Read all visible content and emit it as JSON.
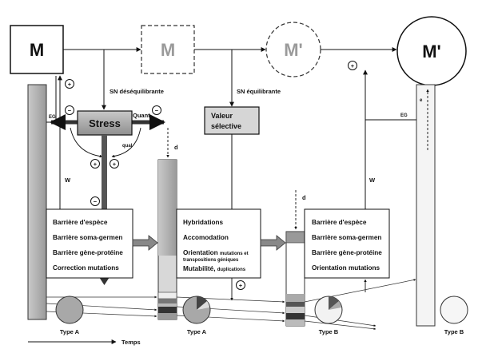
{
  "nodes": {
    "m1": "M",
    "m2": "M",
    "m3": "M'",
    "m4": "M'"
  },
  "arrows": {
    "sn_deseq": "SN déséquilibrante",
    "sn_eq": "SN équilibrante",
    "eg": "EG",
    "w": "W",
    "d": "d",
    "e": "e",
    "quant": "Quant",
    "qual": "qual"
  },
  "stress": "Stress",
  "valeur": [
    "Valeur",
    "sélective"
  ],
  "signs": {
    "plus": "+",
    "minus": "−"
  },
  "box1": [
    "Barrière d'espèce",
    "Barrière soma-germen",
    "Barrière gène-protéine",
    "Correction mutations"
  ],
  "box2": {
    "hybridations": "Hybridations",
    "accomodation": "Accomodation",
    "orientation": "Orientation",
    "orientation_small": "mutations et",
    "transpositions": "transpositions géniques",
    "mutabilite": "Mutabilité,",
    "mutabilite_small": "duplications"
  },
  "box3": [
    "Barrière d'espèce",
    "Barrière soma-germen",
    "Barrière gène-protéine",
    "Orientation mutations"
  ],
  "types": [
    "Type A",
    "Type A",
    "Type B",
    "Type B"
  ],
  "temps": "Temps"
}
